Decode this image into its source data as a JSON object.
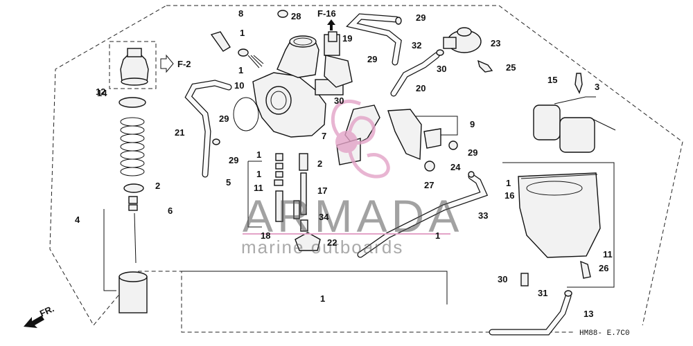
{
  "watermark": {
    "brand": "ARMADA",
    "tagline": "marine outboards",
    "logo_color": "#e3a3c7"
  },
  "diagram_code": "HM88- E.7C0",
  "direction_label": "FR.",
  "references": [
    "F-16",
    "F-2"
  ],
  "callouts": [
    "8",
    "1",
    "28",
    "F-16",
    "29",
    "19",
    "32",
    "23",
    "25",
    "30",
    "29",
    "1",
    "10",
    "20",
    "30",
    "15",
    "3",
    "21",
    "29",
    "9",
    "29",
    "7",
    "2",
    "1",
    "5",
    "1",
    "11",
    "17",
    "29",
    "24",
    "27",
    "1",
    "16",
    "12",
    "2",
    "6",
    "4",
    "33",
    "34",
    "18",
    "22",
    "1",
    "11",
    "26",
    "30",
    "31",
    "13",
    "1",
    "14"
  ]
}
